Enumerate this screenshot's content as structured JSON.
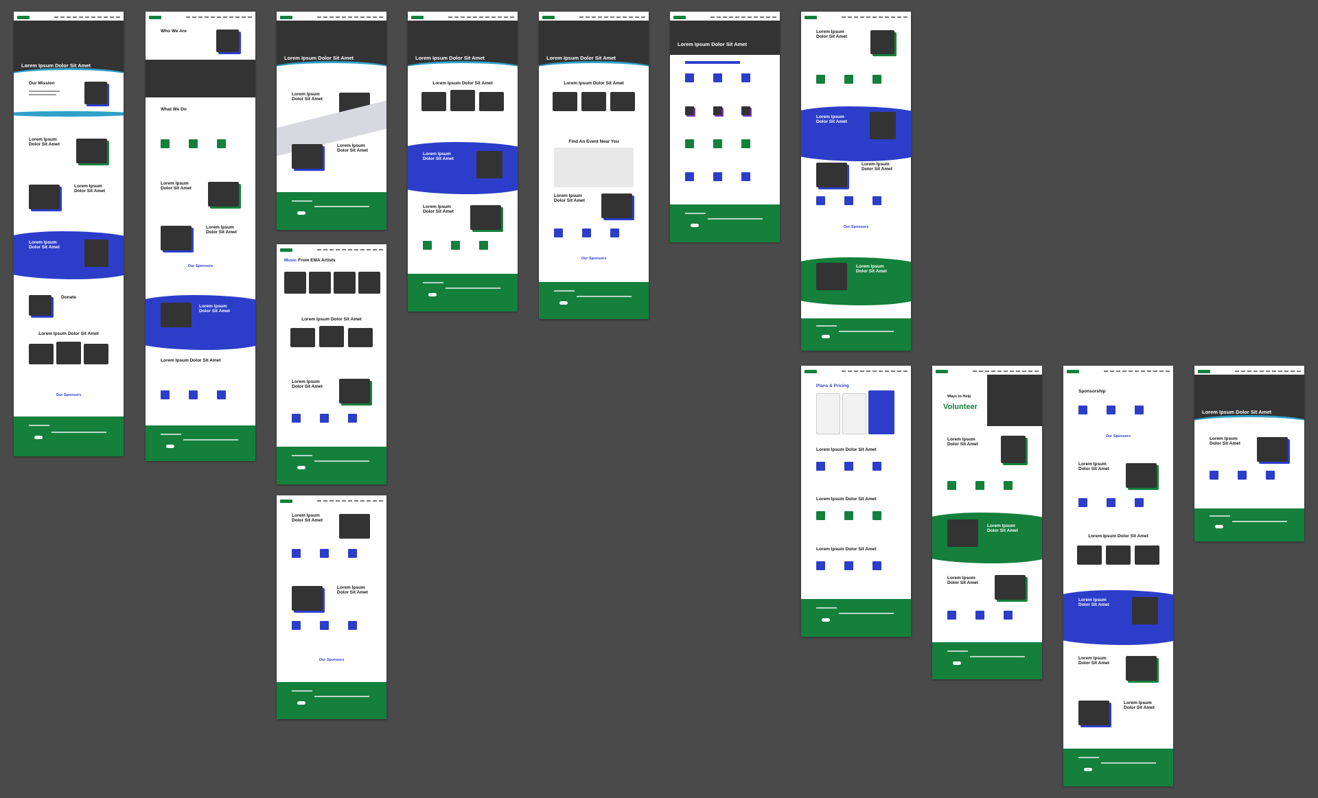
{
  "canvas": {
    "background": "#4a4a4a"
  },
  "colors": {
    "green": "#14803c",
    "blue": "#2c3ec9",
    "dark": "#333333",
    "teal": "#2fa0c8",
    "purple": "#7a3bd0"
  },
  "text": {
    "lorem_title": "Lorem Ipsum Dolor Sit Amet",
    "lorem_line1": "Lorem Ipsum",
    "lorem_line2": "Dolor Sit Amet",
    "our_mission": "Our Mission",
    "donate": "Donate",
    "our_sponsors": "Our Sponsors",
    "who_we_are": "Who We Are",
    "what_we_do": "What We Do",
    "music_from": "Music",
    "music_from_rest": " From EMA Artists",
    "find_event": "Find An Event Near You",
    "plans_pricing": "Plans & Pricing",
    "ways_to_help": "Ways to Help",
    "volunteer": "Volunteer",
    "sponsorship": "Sponsorship"
  }
}
